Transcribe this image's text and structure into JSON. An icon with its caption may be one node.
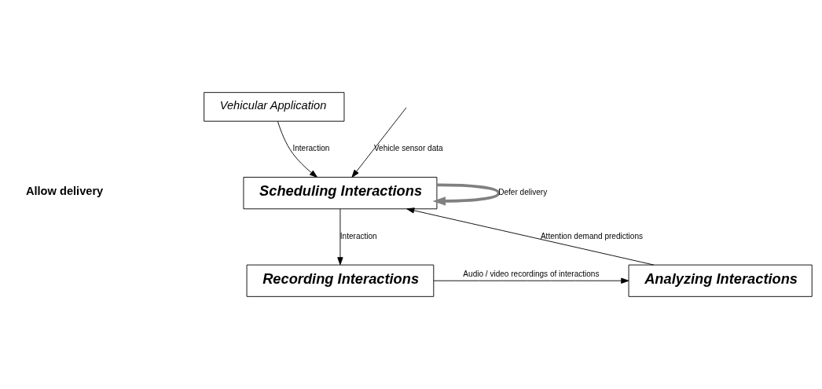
{
  "diagram": {
    "nodes": [
      {
        "text": [
          "Vehicular Application"
        ]
      },
      {
        "text": [
          "Scheduling Interactions"
        ]
      },
      {
        "text": [
          "Recording Interactions"
        ]
      },
      {
        "text": [
          "Analyzing Interactions"
        ]
      }
    ],
    "edges": [
      {
        "from": 0,
        "to": 1,
        "arrow": "to",
        "label": "Interaction"
      },
      {
        "from": null,
        "to": 1,
        "arrow": "to",
        "label": "Vehicle sensor data"
      },
      {
        "from": 1,
        "to": 2,
        "arrow": "to",
        "label": "Interaction"
      },
      {
        "from": 1,
        "to": 1,
        "arrow": "to",
        "label": "Defer delivery",
        "style": "thick",
        "color": "#808080"
      },
      {
        "from": 2,
        "to": 3,
        "arrow": "to",
        "label": "Audio / video recordings of interactions"
      },
      {
        "from": 3,
        "to": 1,
        "arrow": "to",
        "label": "Attention demand predictions"
      }
    ],
    "labels": [
      "Allow delivery"
    ]
  }
}
